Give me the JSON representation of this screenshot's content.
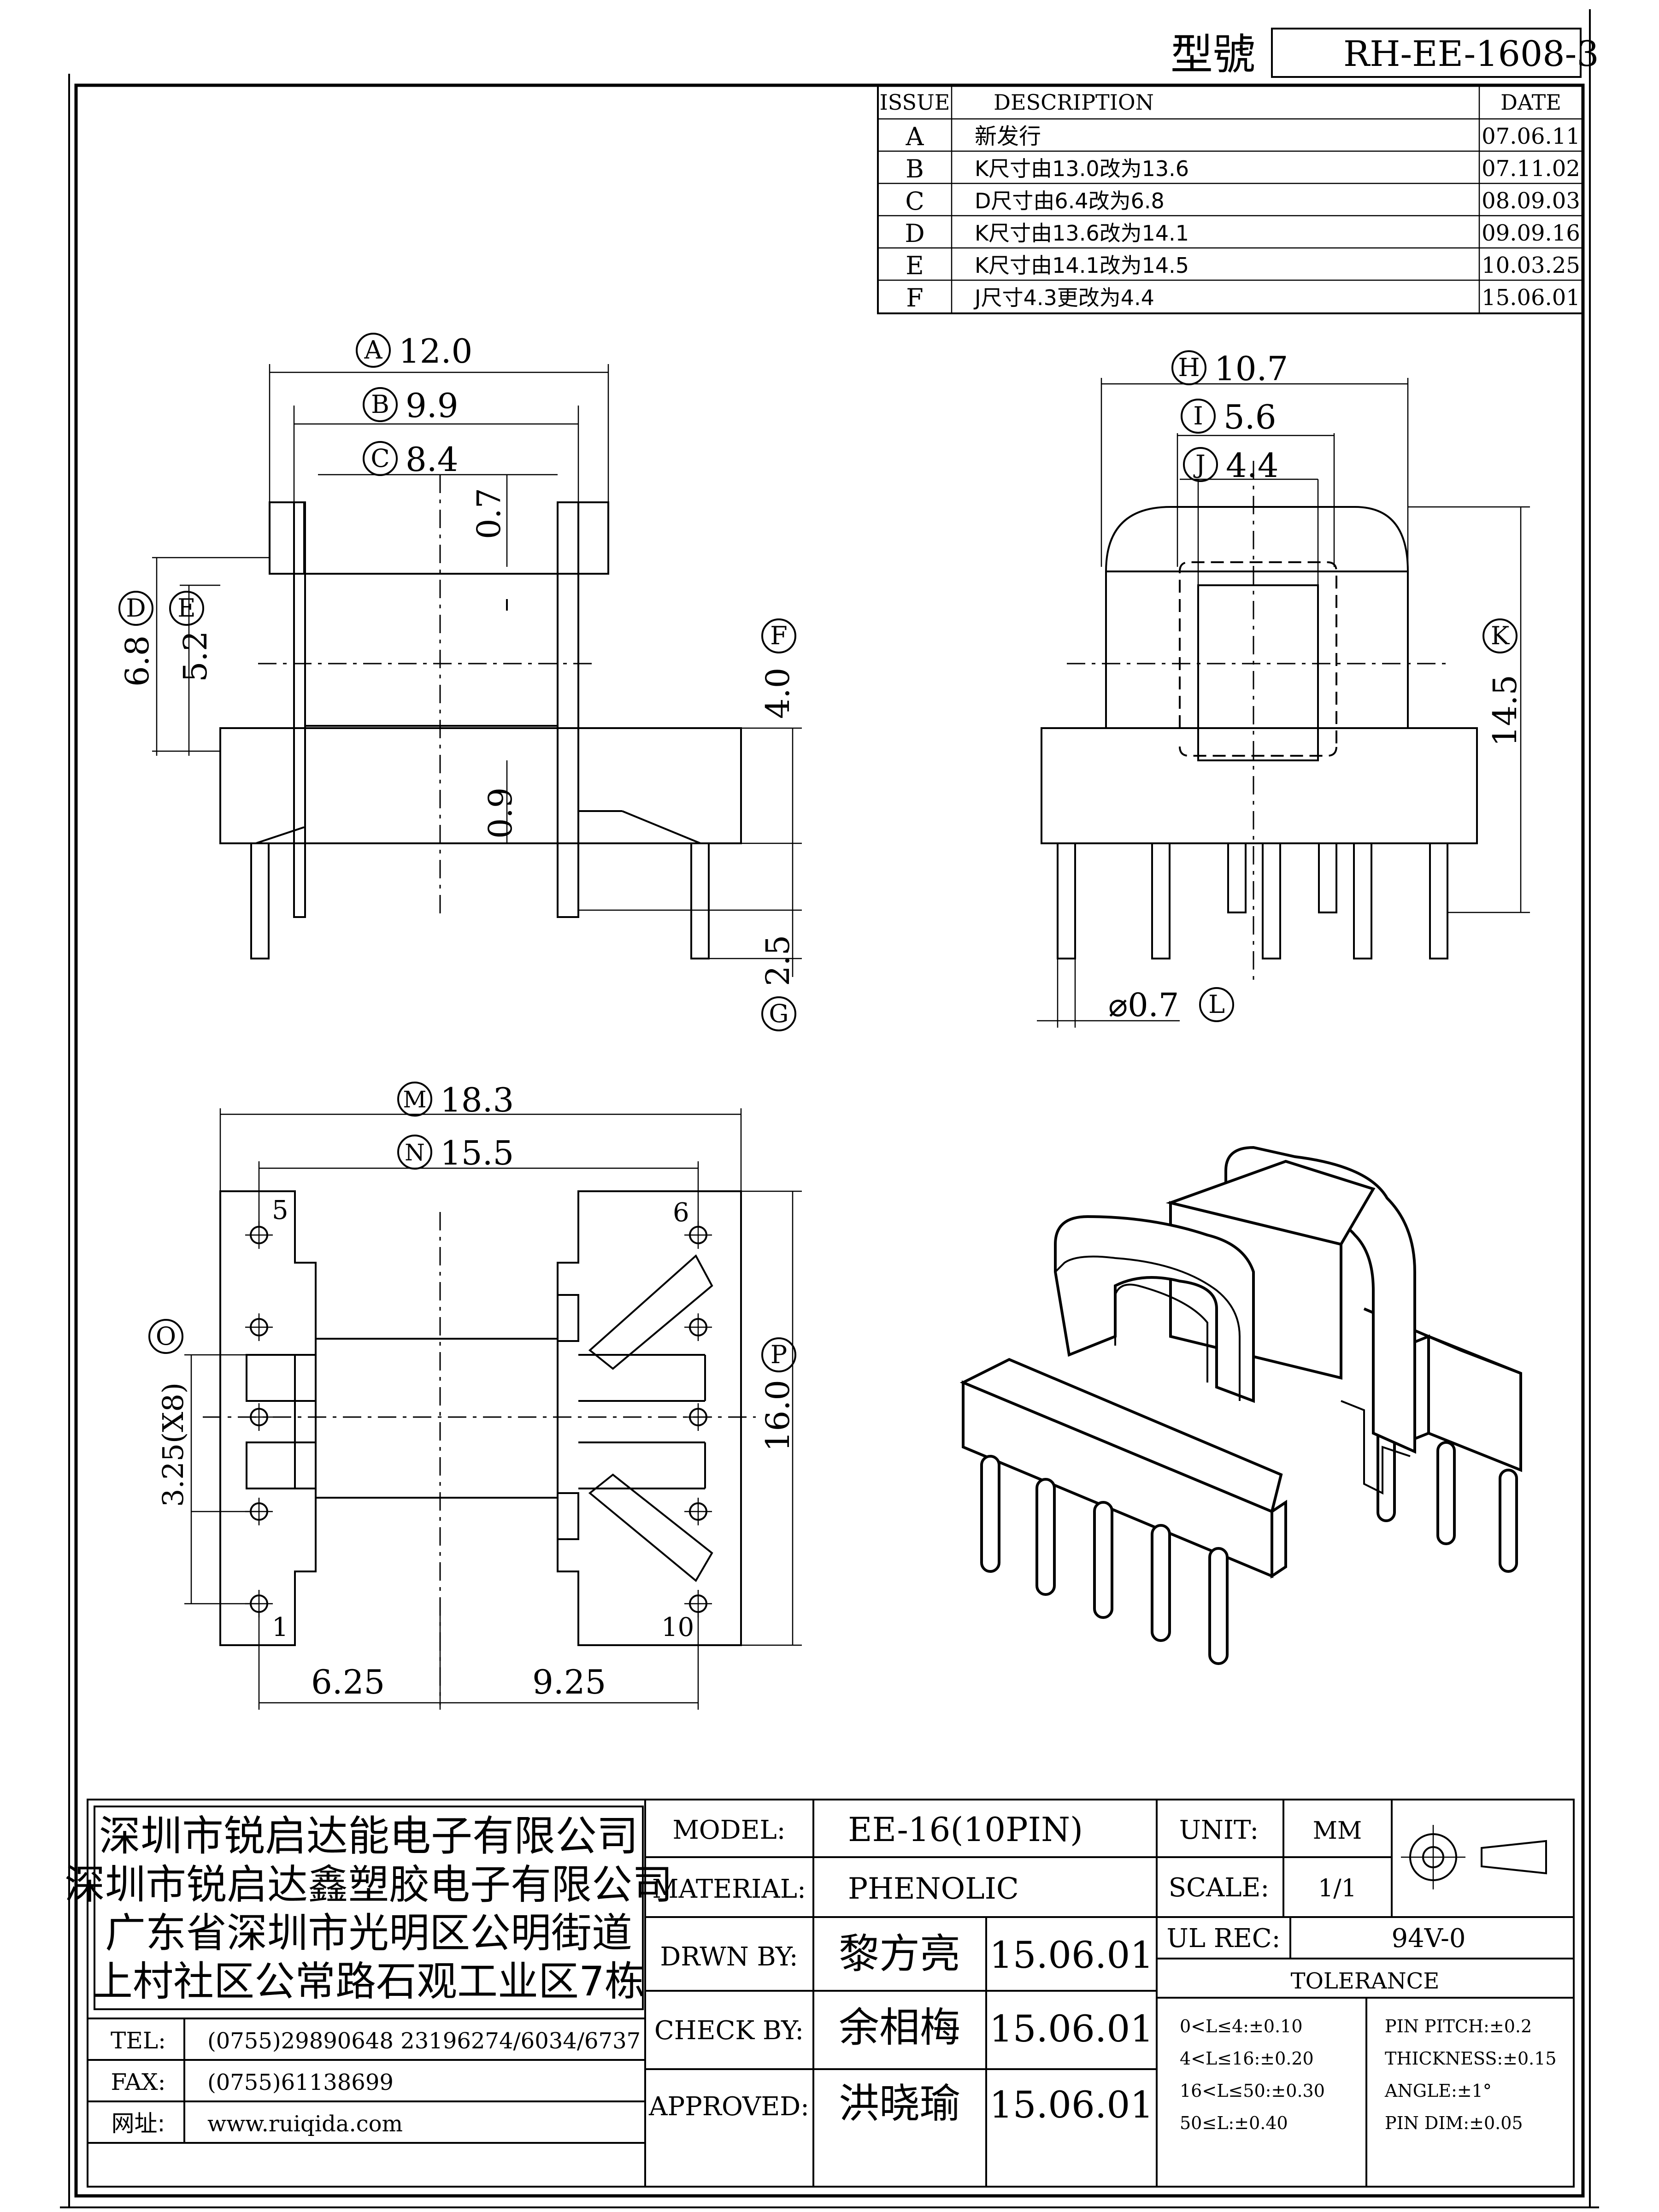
{
  "header": {
    "model_no_label": "型號",
    "model_no_value": "RH-EE-1608-3"
  },
  "revision_table": {
    "columns": [
      "ISSUE",
      "DESCRIPTION",
      "DATE"
    ],
    "rows": [
      {
        "issue": "A",
        "description": "新发行",
        "date": "07.06.11"
      },
      {
        "issue": "B",
        "description": "K尺寸由13.0改为13.6",
        "date": "07.11.02"
      },
      {
        "issue": "C",
        "description": "D尺寸由6.4改为6.8",
        "date": "08.09.03"
      },
      {
        "issue": "D",
        "description": "K尺寸由13.6改为14.1",
        "date": "09.09.16"
      },
      {
        "issue": "E",
        "description": "K尺寸由14.1改为14.5",
        "date": "10.03.25"
      },
      {
        "issue": "F",
        "description": "J尺寸4.3更改为4.4",
        "date": "15.06.01"
      }
    ]
  },
  "dimensions": {
    "A": {
      "tag": "A",
      "value": "12.0"
    },
    "B": {
      "tag": "B",
      "value": "9.9"
    },
    "C": {
      "tag": "C",
      "value": "8.4"
    },
    "D": {
      "tag": "D",
      "value": "6.8"
    },
    "E": {
      "tag": "E",
      "value": "5.2"
    },
    "F": {
      "tag": "F",
      "value": "4.0"
    },
    "G": {
      "tag": "G",
      "value": "2.5"
    },
    "H": {
      "tag": "H",
      "value": "10.7"
    },
    "I": {
      "tag": "I",
      "value": "5.6"
    },
    "J": {
      "tag": "J",
      "value": "4.4"
    },
    "K": {
      "tag": "K",
      "value": "14.5"
    },
    "L": {
      "tag": "L",
      "value": "⌀0.7"
    },
    "M": {
      "tag": "M",
      "value": "18.3"
    },
    "N": {
      "tag": "N",
      "value": "15.5"
    },
    "O": {
      "tag": "O",
      "value": "3.25(X8)"
    },
    "P": {
      "tag": "P",
      "value": "16.0"
    },
    "plain": {
      "flange": "0.7",
      "slot": "0.9",
      "bottom_left": "6.25",
      "bottom_right": "9.25"
    },
    "pin_numbers": [
      "5",
      "6",
      "1",
      "10"
    ]
  },
  "company": {
    "lines": [
      "深圳市锐启达能电子有限公司",
      "深圳市锐启达鑫塑胶电子有限公司",
      "广东省深圳市光明区公明街道",
      "上村社区公常路石观工业区7栋"
    ],
    "contacts": [
      {
        "label": "TEL:",
        "value": "(0755)29890648  23196274/6034/6737"
      },
      {
        "label": "FAX:",
        "value": "(0755)61138699"
      },
      {
        "label": "网址:",
        "value": "www.ruiqida.com"
      }
    ]
  },
  "title_block": {
    "model_label": "MODEL:",
    "model_value": "EE-16(10PIN)",
    "material_label": "MATERIAL:",
    "material_value": "PHENOLIC",
    "drawn_label": "DRWN BY:",
    "drawn_name": "黎方亮",
    "drawn_date": "15.06.01",
    "check_label": "CHECK BY:",
    "check_name": "余相梅",
    "check_date": "15.06.01",
    "approved_label": "APPROVED:",
    "approved_name": "洪晓瑜",
    "approved_date": "15.06.01",
    "unit_label": "UNIT:",
    "unit_value": "MM",
    "scale_label": "SCALE:",
    "scale_value": "1/1",
    "ul_label": "UL REC:",
    "ul_value": "94V-0",
    "tolerance_title": "TOLERANCE",
    "tolerance_left": [
      "0<L≤4:±0.10",
      "4<L≤16:±0.20",
      "16<L≤50:±0.30",
      "50≤L:±0.40"
    ],
    "tolerance_right": [
      "PIN PITCH:±0.2",
      "THICKNESS:±0.15",
      "ANGLE:±1°",
      "PIN DIM:±0.05"
    ]
  }
}
